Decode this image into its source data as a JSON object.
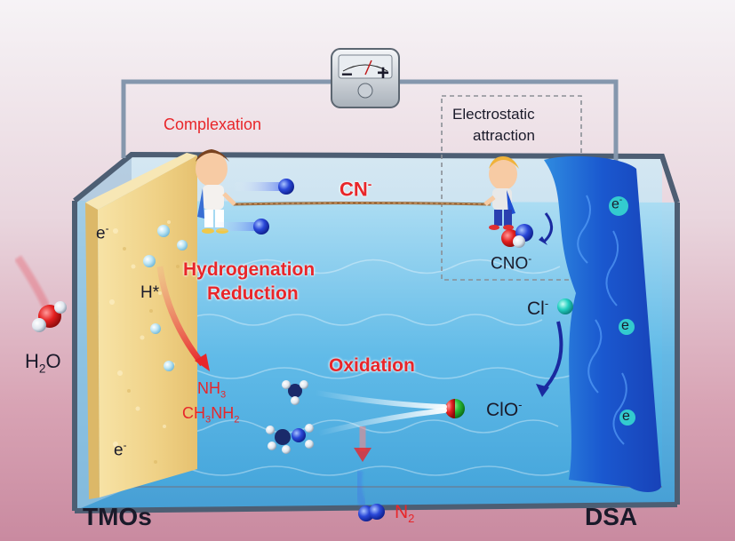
{
  "labels": {
    "complexation": "Complexation",
    "electrostatic_1": "Electrostatic",
    "electrostatic_2": "attraction",
    "cn": "CN",
    "cn_sup": "-",
    "cno": "CNO",
    "cno_sup": "-",
    "hydrogenation": "Hydrogenation",
    "reduction": "Reduction",
    "h_star": "H*",
    "h2o_h": "H",
    "h2o_sub": "2",
    "h2o_o": "O",
    "oxidation": "Oxidation",
    "nh3_base": "NH",
    "nh3_sub": "3",
    "ch3nh2_a": "CH",
    "ch3nh2_sub1": "3",
    "ch3nh2_b": "NH",
    "ch3nh2_sub2": "2",
    "cl": "Cl",
    "cl_sup": "-",
    "clo": "ClO",
    "clo_sup": "-",
    "n2_base": "N",
    "n2_sub": "2",
    "e_left_top": "e",
    "e_left_top_sup": "-",
    "e_left_bottom": "e",
    "e_left_bottom_sup": "-",
    "e_right_top": "e",
    "e_right_top_sup": "-",
    "e_right_mid": "e",
    "e_right_bottom": "e",
    "tmos": "TMOs",
    "dsa": "DSA",
    "meter_minus": "−",
    "meter_plus": "+"
  },
  "colors": {
    "accent_red": "#e8262a",
    "water": "#4fb3e6",
    "anode_blue": "#1f5fd6",
    "cathode_yellow": "#f1d58c",
    "text_dark": "#1a1a2a"
  },
  "icons": [
    "voltmeter-icon",
    "child-left-icon",
    "child-right-icon",
    "rope-icon",
    "water-molecule-icon",
    "cn-ion-icon",
    "cno-molecule-icon",
    "cl-ion-icon",
    "clo-molecule-icon",
    "n2-molecule-icon",
    "methylamine-molecule-icon",
    "ammonia-molecule-icon"
  ]
}
